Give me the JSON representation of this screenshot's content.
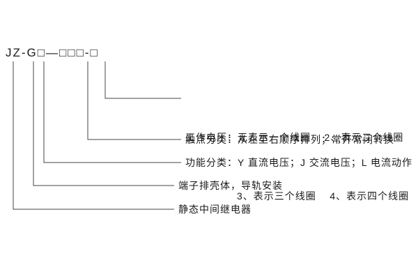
{
  "model": {
    "code": "JZ-G□—□□□-□"
  },
  "labels": [
    {
      "id": "working-voltage",
      "line1": "工作电压：无表示一个线圈    2、表示二个线圈",
      "line2": "3、表示三个线圈    4、表示四个线圈"
    },
    {
      "id": "contact-class",
      "text": "触点分类：从左至右顺序排列；常开常闭转换"
    },
    {
      "id": "function-class",
      "text": "功能分类：Y 直流电压；J 交流电压；L 电流动作"
    },
    {
      "id": "housing",
      "text": "端子排壳体，导轨安装"
    },
    {
      "id": "relay-type",
      "text": "静态中间继电器"
    }
  ],
  "colors": {
    "line": "#444444",
    "text": "#1a1a1a",
    "background": "#ffffff"
  }
}
